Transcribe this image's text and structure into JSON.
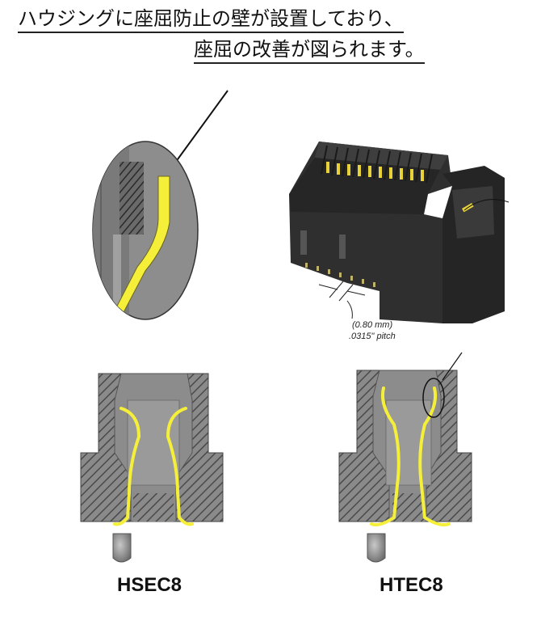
{
  "caption": {
    "line1": "ハウジングに座屈防止の壁が設置しており、",
    "line2": "座屈の改善が図られます。"
  },
  "connector": {
    "pitch_mm": "(0.80 mm)",
    "pitch_in": ".0315\" pitch"
  },
  "sections": {
    "left_label": "HSEC8",
    "right_label": "HTEC8"
  },
  "colors": {
    "contact": "#f5ef3a",
    "housing": "#7d7d7d",
    "hatch": "#4a4a4a",
    "connector_body": "#2e2e2e"
  }
}
